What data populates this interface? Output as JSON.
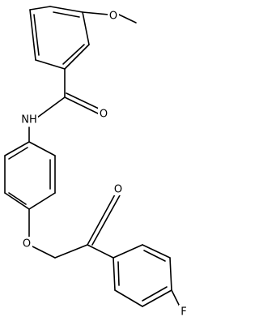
{
  "structure": {
    "atom_labels": {
      "methoxy_oxygen": "O",
      "amide_oxygen": "O",
      "amide_nitrogen": "NH",
      "ether_oxygen": "O",
      "ketone_oxygen": "O",
      "fluorine": "F"
    },
    "colors": {
      "bond": "#000000",
      "label": "#000000",
      "background": "#ffffff"
    }
  }
}
